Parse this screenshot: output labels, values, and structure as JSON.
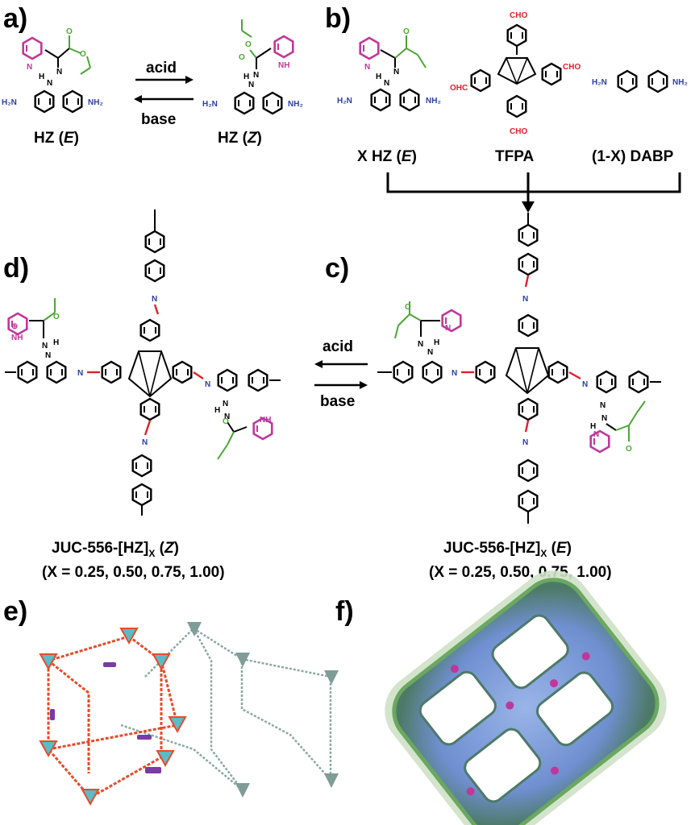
{
  "panels": {
    "a": "a)",
    "b": "b)",
    "c": "c)",
    "d": "d)",
    "e": "e)",
    "f": "f)"
  },
  "panel_a": {
    "left_label_prefix": "HZ (",
    "left_label_italic": "E",
    "left_label_suffix": ")",
    "right_label_prefix": "HZ (",
    "right_label_italic": "Z",
    "right_label_suffix": ")",
    "arrow_top": "acid",
    "arrow_bottom": "base"
  },
  "panel_b": {
    "label_hz_prefix": "X HZ (",
    "label_hz_italic": "E",
    "label_hz_suffix": ")",
    "label_tfpa": "TFPA",
    "label_dabp": "(1-X) DABP"
  },
  "panel_cd": {
    "arrow_top": "acid",
    "arrow_bottom": "base",
    "d_name": "JUC-556-[HZ]",
    "d_sub": "X",
    "d_iso_prefix": " (",
    "d_iso_italic": "Z",
    "d_iso_suffix": ")",
    "c_name": "JUC-556-[HZ]",
    "c_sub": "X",
    "c_iso_prefix": " (",
    "c_iso_italic": "E",
    "c_iso_suffix": ")",
    "x_values": "(X = 0.25, 0.50, 0.75, 1.00)"
  },
  "atoms": {
    "h2n": "H₂N",
    "nh2": "NH₂",
    "n": "N",
    "h": "H",
    "o": "O",
    "cho": "CHO",
    "ohc": "OHC",
    "nh": "NH",
    "plus": "⊕"
  },
  "colors": {
    "amine": "#2b3ea8",
    "aldehyde": "#e0202a",
    "pyridine": "#c0379a",
    "ester": "#4aa733",
    "framework_red": "#e84a2a",
    "framework_teal": "#5bbcc8",
    "framework_grey": "#8aa8a2",
    "hz_purple": "#7a3aa8",
    "pore_blue": "#6f8fd0",
    "pore_green": "#6aa860"
  }
}
